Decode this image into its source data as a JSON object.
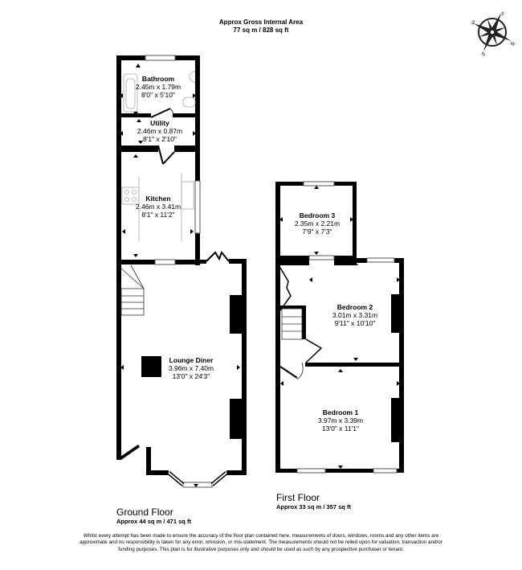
{
  "header": {
    "title": "Approx Gross Internal Area",
    "area": "77 sq m / 828 sq ft"
  },
  "compass": {
    "icon": "compass-rose-icon",
    "labels": [
      "S",
      "W",
      "N",
      "E"
    ]
  },
  "ground_floor": {
    "title": "Ground Floor",
    "area": "Approx 44 sq m / 471 sq ft",
    "rooms": [
      {
        "name": "Bathroom",
        "metric": "2.45m x 1.79m",
        "imperial": "8'0\" x 5'10\""
      },
      {
        "name": "Utility",
        "metric": "2.46m x 0.87m",
        "imperial": "8'1\" x 2'10\""
      },
      {
        "name": "Kitchen",
        "metric": "2.46m x 3.41m",
        "imperial": "8'1\" x 11'2\""
      },
      {
        "name": "Lounge Diner",
        "metric": "3.96m x 7.40m",
        "imperial": "13'0\" x 24'3\""
      }
    ]
  },
  "first_floor": {
    "title": "First Floor",
    "area": "Approx 33 sq m / 357 sq ft",
    "rooms": [
      {
        "name": "Bedroom 3",
        "metric": "2.35m x 2.21m",
        "imperial": "7'9\" x 7'3\""
      },
      {
        "name": "Bedroom 2",
        "metric": "3.01m x 3.31m",
        "imperial": "9'11\" x 10'10\""
      },
      {
        "name": "Bedroom 1",
        "metric": "3.97m x 3.39m",
        "imperial": "13'0\" x 11'1\""
      }
    ]
  },
  "disclaimer": "Whilst every attempt has been made to ensure the accuracy of the floor plan contained here, measurements of doors, windows, rooms and any other items are approximate and no responsibility is taken for any error, omission, or mis-statement. The measurements should not be relied upon for valuation, transaction and/or funding purposes. This plan is for illustrative purposes only and should be used as such by any prospective purchaser or tenant."
}
